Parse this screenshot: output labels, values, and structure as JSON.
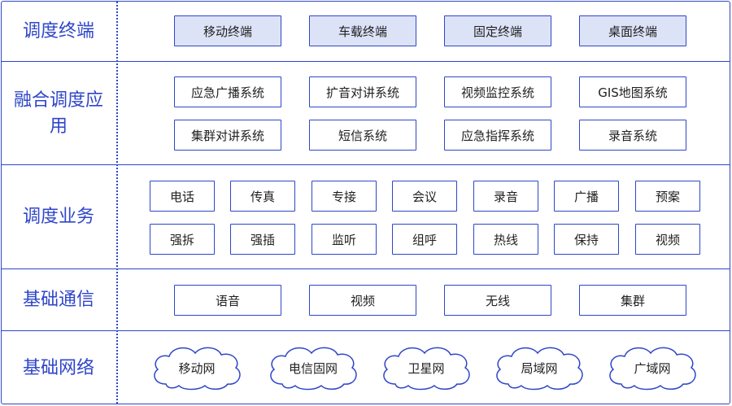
{
  "layers": [
    {
      "label": "调度终端",
      "items": [
        "移动终端",
        "车载终端",
        "固定终端",
        "桌面终端"
      ]
    },
    {
      "label": "融合调度应用",
      "items": [
        "应急广播系统",
        "扩音对讲系统",
        "视频监控系统",
        "GIS地图系统",
        "集群对讲系统",
        "短信系统",
        "应急指挥系统",
        "录音系统"
      ]
    },
    {
      "label": "调度业务",
      "items": [
        "电话",
        "传真",
        "专接",
        "会议",
        "录音",
        "广播",
        "预案",
        "强拆",
        "强插",
        "监听",
        "组呼",
        "热线",
        "保持",
        "视频"
      ]
    },
    {
      "label": "基础通信",
      "items": [
        "语音",
        "视频",
        "无线",
        "集群"
      ]
    },
    {
      "label": "基础网络",
      "items": [
        "移动网",
        "电信固网",
        "卫星网",
        "局域网",
        "广域网"
      ]
    }
  ],
  "colors": {
    "border": "#2f46c8",
    "fill": "#dde3f7"
  }
}
